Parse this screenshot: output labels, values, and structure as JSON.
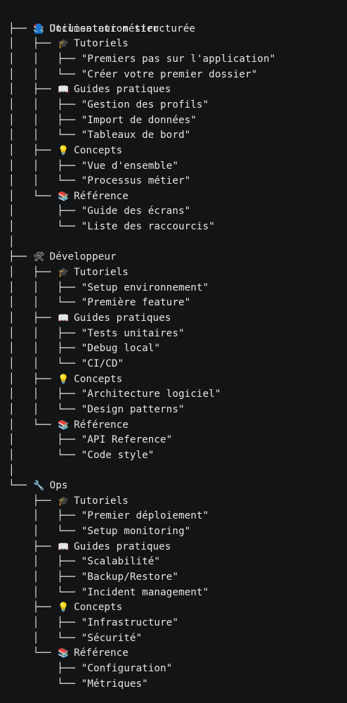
{
  "title": {
    "icon": "📚",
    "icon_name": "books-icon",
    "label": "Documentation structurée"
  },
  "lines": [
    {
      "prefix": "├── ",
      "icon": "👤",
      "icon_name": "user-icon",
      "label": "Utilisateur métier",
      "kind": "section"
    },
    {
      "prefix": "│   ├── ",
      "icon": "🎓",
      "icon_name": "graduation-cap-icon",
      "label": "Tutoriels",
      "kind": "category"
    },
    {
      "prefix": "│   │   ├── ",
      "icon": "",
      "icon_name": "",
      "label": "\"Premiers pas sur l'application\"",
      "kind": "item"
    },
    {
      "prefix": "│   │   └── ",
      "icon": "",
      "icon_name": "",
      "label": "\"Créer votre premier dossier\"",
      "kind": "item"
    },
    {
      "prefix": "│   ├── ",
      "icon": "📖",
      "icon_name": "open-book-icon",
      "label": "Guides pratiques",
      "kind": "category"
    },
    {
      "prefix": "│   │   ├── ",
      "icon": "",
      "icon_name": "",
      "label": "\"Gestion des profils\"",
      "kind": "item"
    },
    {
      "prefix": "│   │   ├── ",
      "icon": "",
      "icon_name": "",
      "label": "\"Import de données\"",
      "kind": "item"
    },
    {
      "prefix": "│   │   └── ",
      "icon": "",
      "icon_name": "",
      "label": "\"Tableaux de bord\"",
      "kind": "item"
    },
    {
      "prefix": "│   ├── ",
      "icon": "💡",
      "icon_name": "light-bulb-icon",
      "label": "Concepts",
      "kind": "category"
    },
    {
      "prefix": "│   │   ├── ",
      "icon": "",
      "icon_name": "",
      "label": "\"Vue d'ensemble\"",
      "kind": "item"
    },
    {
      "prefix": "│   │   └── ",
      "icon": "",
      "icon_name": "",
      "label": "\"Processus métier\"",
      "kind": "item"
    },
    {
      "prefix": "│   └── ",
      "icon": "📚",
      "icon_name": "books-icon",
      "label": "Référence",
      "kind": "category"
    },
    {
      "prefix": "│       ├── ",
      "icon": "",
      "icon_name": "",
      "label": "\"Guide des écrans\"",
      "kind": "item"
    },
    {
      "prefix": "│       └── ",
      "icon": "",
      "icon_name": "",
      "label": "\"Liste des raccourcis\"",
      "kind": "item"
    },
    {
      "prefix": "│",
      "icon": "",
      "icon_name": "",
      "label": "",
      "kind": "spacer"
    },
    {
      "prefix": "├── ",
      "icon": "🛠",
      "icon_name": "hammer-wrench-icon",
      "label": "Développeur",
      "kind": "section"
    },
    {
      "prefix": "│   ├── ",
      "icon": "🎓",
      "icon_name": "graduation-cap-icon",
      "label": "Tutoriels",
      "kind": "category"
    },
    {
      "prefix": "│   │   ├── ",
      "icon": "",
      "icon_name": "",
      "label": "\"Setup environnement\"",
      "kind": "item"
    },
    {
      "prefix": "│   │   └── ",
      "icon": "",
      "icon_name": "",
      "label": "\"Première feature\"",
      "kind": "item"
    },
    {
      "prefix": "│   ├── ",
      "icon": "📖",
      "icon_name": "open-book-icon",
      "label": "Guides pratiques",
      "kind": "category"
    },
    {
      "prefix": "│   │   ├── ",
      "icon": "",
      "icon_name": "",
      "label": "\"Tests unitaires\"",
      "kind": "item"
    },
    {
      "prefix": "│   │   ├── ",
      "icon": "",
      "icon_name": "",
      "label": "\"Debug local\"",
      "kind": "item"
    },
    {
      "prefix": "│   │   └── ",
      "icon": "",
      "icon_name": "",
      "label": "\"CI/CD\"",
      "kind": "item"
    },
    {
      "prefix": "│   ├── ",
      "icon": "💡",
      "icon_name": "light-bulb-icon",
      "label": "Concepts",
      "kind": "category"
    },
    {
      "prefix": "│   │   ├── ",
      "icon": "",
      "icon_name": "",
      "label": "\"Architecture logiciel\"",
      "kind": "item"
    },
    {
      "prefix": "│   │   └── ",
      "icon": "",
      "icon_name": "",
      "label": "\"Design patterns\"",
      "kind": "item"
    },
    {
      "prefix": "│   └── ",
      "icon": "📚",
      "icon_name": "books-icon",
      "label": "Référence",
      "kind": "category"
    },
    {
      "prefix": "│       ├── ",
      "icon": "",
      "icon_name": "",
      "label": "\"API Reference\"",
      "kind": "item"
    },
    {
      "prefix": "│       └── ",
      "icon": "",
      "icon_name": "",
      "label": "\"Code style\"",
      "kind": "item"
    },
    {
      "prefix": "│",
      "icon": "",
      "icon_name": "",
      "label": "",
      "kind": "spacer"
    },
    {
      "prefix": "└── ",
      "icon": "🔧",
      "icon_name": "wrench-icon",
      "label": "Ops",
      "kind": "section"
    },
    {
      "prefix": "    ├── ",
      "icon": "🎓",
      "icon_name": "graduation-cap-icon",
      "label": "Tutoriels",
      "kind": "category"
    },
    {
      "prefix": "    │   ├── ",
      "icon": "",
      "icon_name": "",
      "label": "\"Premier déploiement\"",
      "kind": "item"
    },
    {
      "prefix": "    │   └── ",
      "icon": "",
      "icon_name": "",
      "label": "\"Setup monitoring\"",
      "kind": "item"
    },
    {
      "prefix": "    ├── ",
      "icon": "📖",
      "icon_name": "open-book-icon",
      "label": "Guides pratiques",
      "kind": "category"
    },
    {
      "prefix": "    │   ├── ",
      "icon": "",
      "icon_name": "",
      "label": "\"Scalabilité\"",
      "kind": "item"
    },
    {
      "prefix": "    │   ├── ",
      "icon": "",
      "icon_name": "",
      "label": "\"Backup/Restore\"",
      "kind": "item"
    },
    {
      "prefix": "    │   └── ",
      "icon": "",
      "icon_name": "",
      "label": "\"Incident management\"",
      "kind": "item"
    },
    {
      "prefix": "    ├── ",
      "icon": "💡",
      "icon_name": "light-bulb-icon",
      "label": "Concepts",
      "kind": "category"
    },
    {
      "prefix": "    │   ├── ",
      "icon": "",
      "icon_name": "",
      "label": "\"Infrastructure\"",
      "kind": "item"
    },
    {
      "prefix": "    │   └── ",
      "icon": "",
      "icon_name": "",
      "label": "\"Sécurité\"",
      "kind": "item"
    },
    {
      "prefix": "    └── ",
      "icon": "📚",
      "icon_name": "books-icon",
      "label": "Référence",
      "kind": "category"
    },
    {
      "prefix": "        ├── ",
      "icon": "",
      "icon_name": "",
      "label": "\"Configuration\"",
      "kind": "item"
    },
    {
      "prefix": "        └── ",
      "icon": "",
      "icon_name": "",
      "label": "\"Métriques\"",
      "kind": "item"
    }
  ],
  "colors": {
    "background": "#131416",
    "text": "#e6e6e6"
  }
}
